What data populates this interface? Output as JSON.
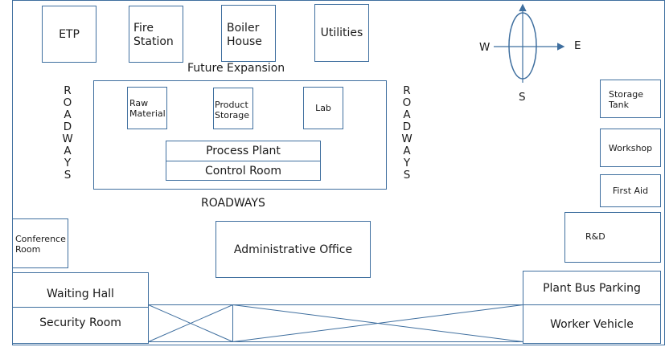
{
  "north_row": {
    "etp": "ETP",
    "fire_station": "Fire\nStation",
    "boiler_house": "Boiler\nHouse",
    "utilities": "Utilities"
  },
  "future_expansion": "Future Expansion",
  "roadways": {
    "left": "ROADWAYS",
    "right": "ROADWAYS",
    "bottom": "ROADWAYS"
  },
  "core_block": {
    "raw_material": "Raw\nMaterial",
    "product_storage": "Product\nStorage",
    "lab": "Lab",
    "process_plant": "Process Plant",
    "control_room": "Control Room"
  },
  "compass": {
    "north_arrow": "N",
    "w": "W",
    "e": "E",
    "s": "S"
  },
  "east_column": {
    "storage_tank": "Storage\nTank",
    "workshop": "Workshop",
    "first_aid": "First Aid",
    "rnd": "R&D"
  },
  "conference_room": "Conference\nRoom",
  "administrative_office": "Administrative Office",
  "south_row": {
    "waiting_hall": "Waiting Hall",
    "security_room": "Security Room",
    "plant_bus_parking": "Plant Bus Parking",
    "worker_vehicle": "Worker Vehicle"
  },
  "colors": {
    "stroke": "#3f6f9f",
    "text": "#1a1a1a"
  }
}
